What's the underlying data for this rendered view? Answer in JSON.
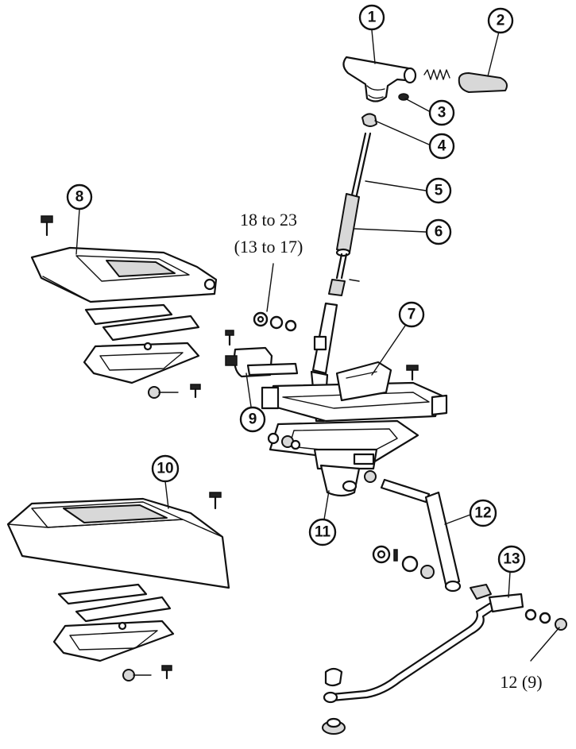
{
  "callouts": [
    {
      "id": "1",
      "label": "1"
    },
    {
      "id": "2",
      "label": "2"
    },
    {
      "id": "3",
      "label": "3"
    },
    {
      "id": "4",
      "label": "4"
    },
    {
      "id": "5",
      "label": "5"
    },
    {
      "id": "6",
      "label": "6"
    },
    {
      "id": "7",
      "label": "7"
    },
    {
      "id": "8",
      "label": "8"
    },
    {
      "id": "9",
      "label": "9"
    },
    {
      "id": "10",
      "label": "10"
    },
    {
      "id": "11",
      "label": "11"
    },
    {
      "id": "12",
      "label": "12"
    },
    {
      "id": "13",
      "label": "13"
    }
  ],
  "notes": {
    "torque_a_line1": "18 to 23",
    "torque_a_line2": "(13 to 17)",
    "torque_b": "12 (9)"
  }
}
